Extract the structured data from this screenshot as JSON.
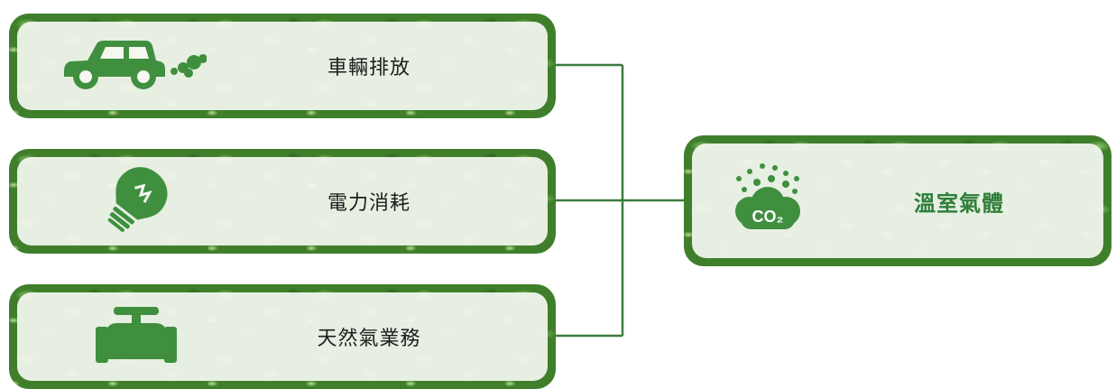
{
  "colors": {
    "accent": "#3f8f3e",
    "connector": "#3c7c3e",
    "label_strong": "#2f7f3a"
  },
  "sources": [
    {
      "label": "車輛排放",
      "icon": "car-exhaust-icon"
    },
    {
      "label": "電力消耗",
      "icon": "light-bulb-icon"
    },
    {
      "label": "天然氣業務",
      "icon": "gas-valve-icon"
    }
  ],
  "target": {
    "label": "溫室氣體",
    "icon": "co2-cloud-icon",
    "icon_text": "CO₂"
  }
}
